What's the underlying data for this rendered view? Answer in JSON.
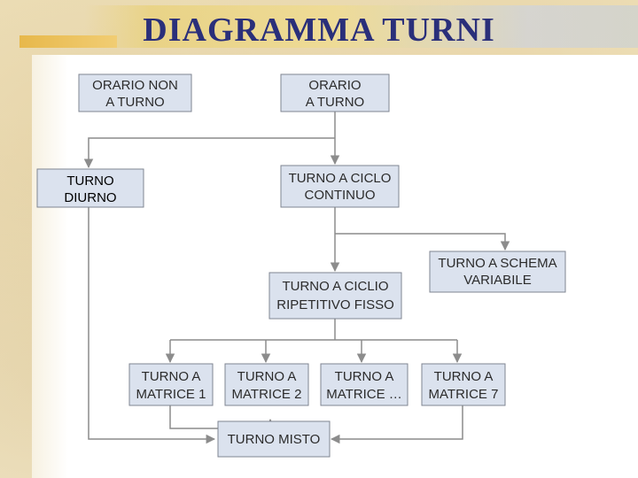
{
  "title": "DIAGRAMMA  TURNI",
  "nodes": {
    "orario_non_turno": [
      "ORARIO NON",
      "A TURNO"
    ],
    "orario_turno": [
      "ORARIO",
      "A TURNO"
    ],
    "turno_diurno": [
      "TURNO",
      "DIURNO"
    ],
    "turno_ciclo_continuo": [
      "TURNO A CICLO",
      "CONTINUO"
    ],
    "turno_ciclio_ripetitivo": [
      "TURNO  A CICLIO",
      "RIPETITIVO FISSO"
    ],
    "turno_schema_variabile": [
      "TURNO A SCHEMA",
      "VARIABILE"
    ],
    "matrice_1": [
      "TURNO A",
      "MATRICE 1"
    ],
    "matrice_2": [
      "TURNO A",
      "MATRICE 2"
    ],
    "matrice_dots": [
      "TURNO A",
      "MATRICE …"
    ],
    "matrice_7": [
      "TURNO A",
      "MATRICE 7"
    ],
    "turno_misto": [
      "TURNO MISTO"
    ]
  }
}
